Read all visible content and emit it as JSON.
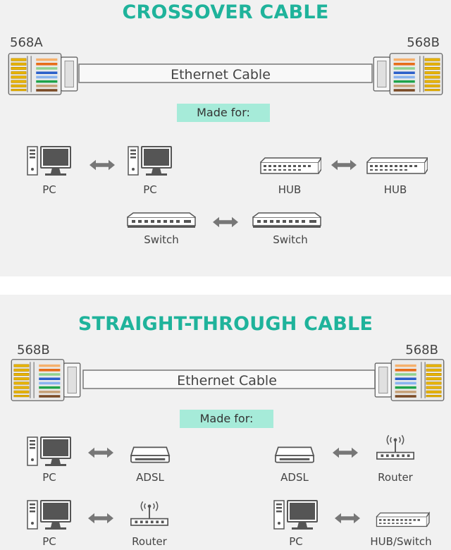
{
  "crossover": {
    "title": "CROSSOVER CABLE",
    "left_standard": "568A",
    "right_standard": "568B",
    "cable_label": "Ethernet Cable",
    "made_for": "Made for:",
    "pairs": [
      {
        "left": "PC",
        "right": "PC"
      },
      {
        "left": "HUB",
        "right": "HUB"
      },
      {
        "left": "Switch",
        "right": "Switch"
      }
    ]
  },
  "straight": {
    "title": "STRAIGHT-THROUGH CABLE",
    "left_standard": "568B",
    "right_standard": "568B",
    "cable_label": "Ethernet Cable",
    "made_for": "Made for:",
    "pairs": [
      {
        "left": "PC",
        "right": "ADSL"
      },
      {
        "left": "ADSL",
        "right": "Router"
      },
      {
        "left": "PC",
        "right": "Router"
      },
      {
        "left": "PC",
        "right": "HUB/Switch"
      }
    ]
  },
  "colors": {
    "accent": "#1fb39b",
    "badge": "#a6ebd9",
    "panel": "#f1f1f1"
  },
  "icons": [
    "pc-icon",
    "hub-icon",
    "switch-icon",
    "adsl-icon",
    "router-icon",
    "double-arrow-icon",
    "rj45-connector-icon"
  ]
}
